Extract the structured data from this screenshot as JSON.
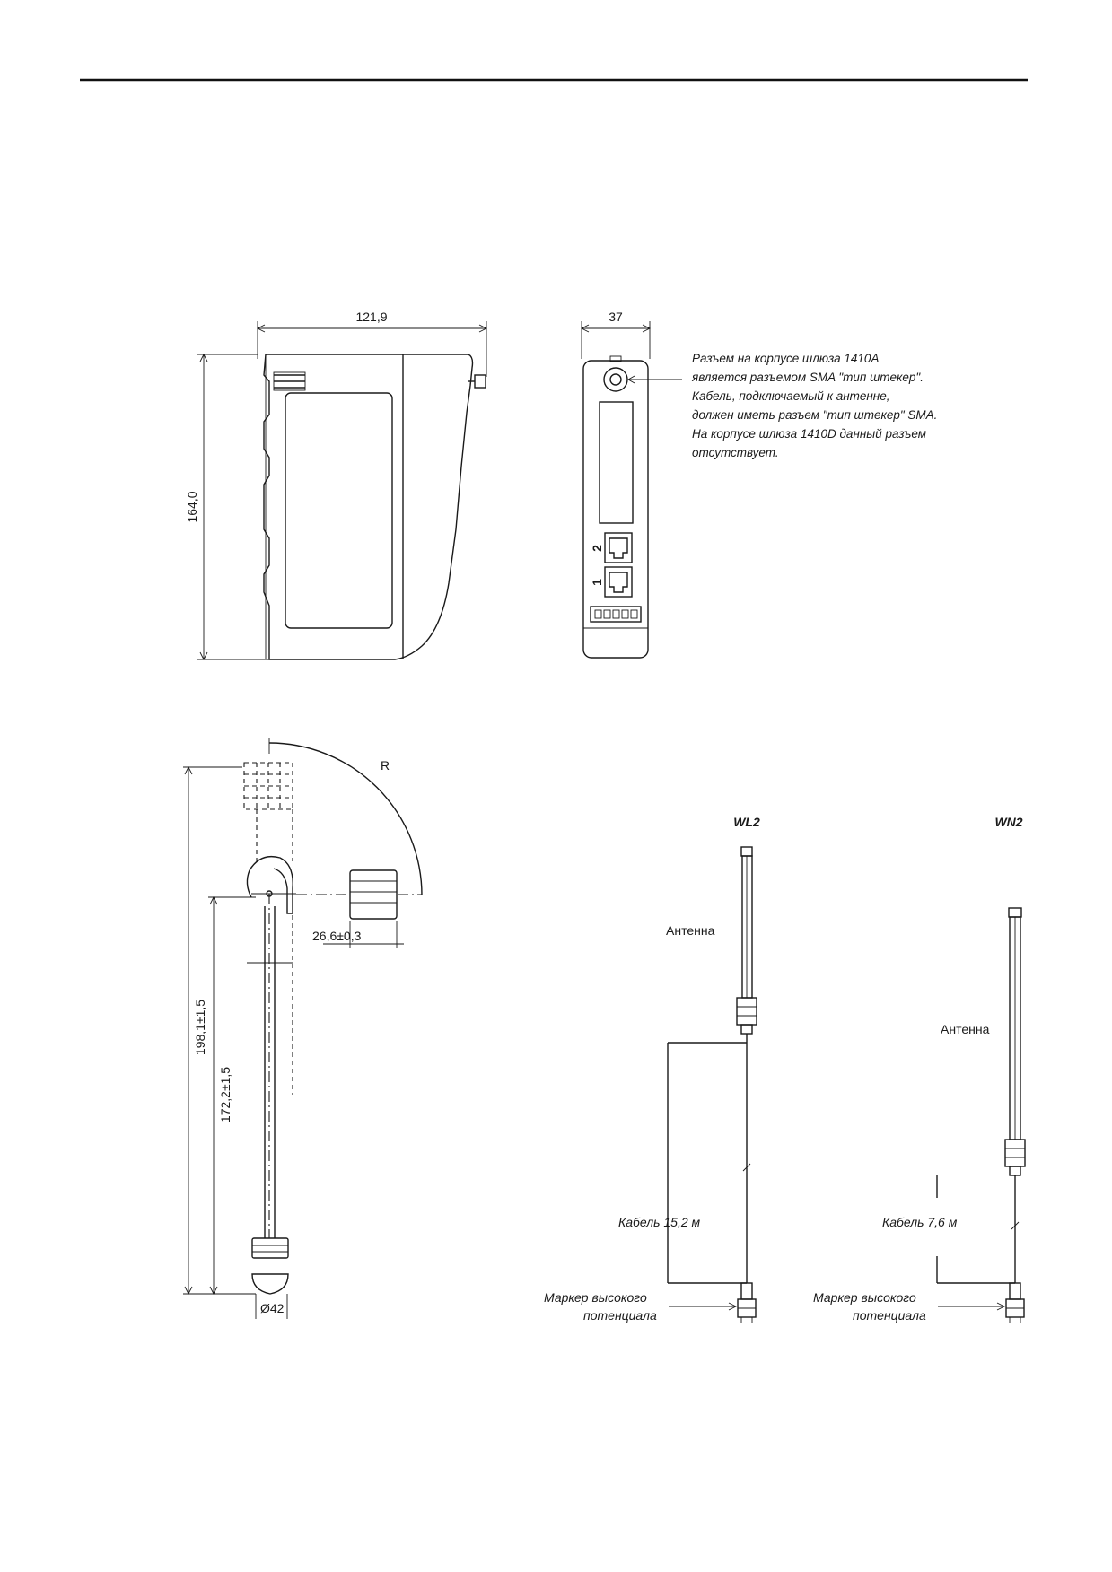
{
  "dim_top": {
    "width": "121,9",
    "height": "164,0",
    "depth": "37"
  },
  "note_lines": [
    "Разъем на корпусе шлюза 1410А",
    "является разъемом SMA \"тип штекер\".",
    "Кабель, подключаемый к антенне,",
    "должен иметь разъем \"тип штекер\" SMA.",
    "На корпусе шлюза 1410D данный разъем",
    "отсутствует."
  ],
  "face": {
    "port_2": "2",
    "port_1": "1"
  },
  "dim_bottom": {
    "radius": "R",
    "diameter": "26,6±0,3",
    "length_total": "198,1±1,5",
    "length_lower": "172,2±1,5",
    "base": "Ø42"
  },
  "antenna_wl2": {
    "title": "WL2",
    "antenna_label": "Антенна",
    "cable_label": "Кабель 15,2 м",
    "marker_label_1": "Маркер высокого",
    "marker_label_2": "потенциала"
  },
  "antenna_wn2": {
    "title": "WN2",
    "antenna_label": "Антенна",
    "cable_label": "Кабель 7,6 м",
    "marker_label_1": "Маркер высокого",
    "marker_label_2": "потенциала"
  }
}
